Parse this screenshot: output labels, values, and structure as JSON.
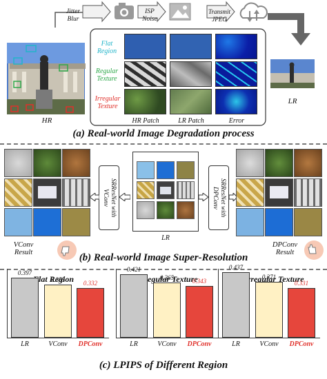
{
  "pipeline": {
    "step1": "Jitter\nBlur",
    "step2": "ISP\nNoise",
    "step3": "Transmit\nJPEG"
  },
  "section_a": {
    "row_labels": [
      {
        "text": "Flat\nRegion",
        "color": "#21b4c9"
      },
      {
        "text": "Regular\nTexture",
        "color": "#2ea84a"
      },
      {
        "text": "Irregular\nTexture",
        "color": "#e0302a"
      }
    ],
    "col_labels": [
      "HR Patch",
      "LR Patch",
      "Error"
    ],
    "hr_label": "HR",
    "lr_label": "LR",
    "caption": "(a) Real-world Image Degradation process"
  },
  "section_b": {
    "left_model": "SRResNet with\nVConv",
    "right_model": "SRResNet with\nDPConv",
    "center_label": "LR",
    "left_result": "VConv\nResult",
    "right_result": "DPConv\nResult",
    "caption": "(b) Real-world Image Super-Resolution",
    "thumb_down_icon": "thumbs-down-icon",
    "thumb_up_icon": "thumbs-up-icon"
  },
  "section_c": {
    "caption": "(c) LPIPS of Different Region"
  },
  "colors": {
    "lr_bar": "#c8c8c8",
    "vconv_bar": "#fff1c4",
    "dpconv_bar": "#e6463c",
    "dpconv_text": "#e0302a"
  },
  "chart_data": [
    {
      "type": "bar",
      "title": "Flat Region",
      "categories": [
        "LR",
        "VConv",
        "DPConv"
      ],
      "values": [
        0.397,
        0.355,
        0.332
      ],
      "value_labels": [
        "0.397",
        "0.355",
        "0.332"
      ]
    },
    {
      "type": "bar",
      "title": "Regular Texture",
      "categories": [
        "LR",
        "VConv",
        "DPConv"
      ],
      "values": [
        0.421,
        0.365,
        0.343
      ],
      "value_labels": [
        "0.421",
        "0.365",
        "0.343"
      ]
    },
    {
      "type": "bar",
      "title": "Irregular Texture",
      "categories": [
        "LR",
        "VConv",
        "DPConv"
      ],
      "values": [
        0.437,
        0.371,
        0.331
      ],
      "value_labels": [
        "0.437",
        "0.371",
        "0.331"
      ]
    }
  ]
}
